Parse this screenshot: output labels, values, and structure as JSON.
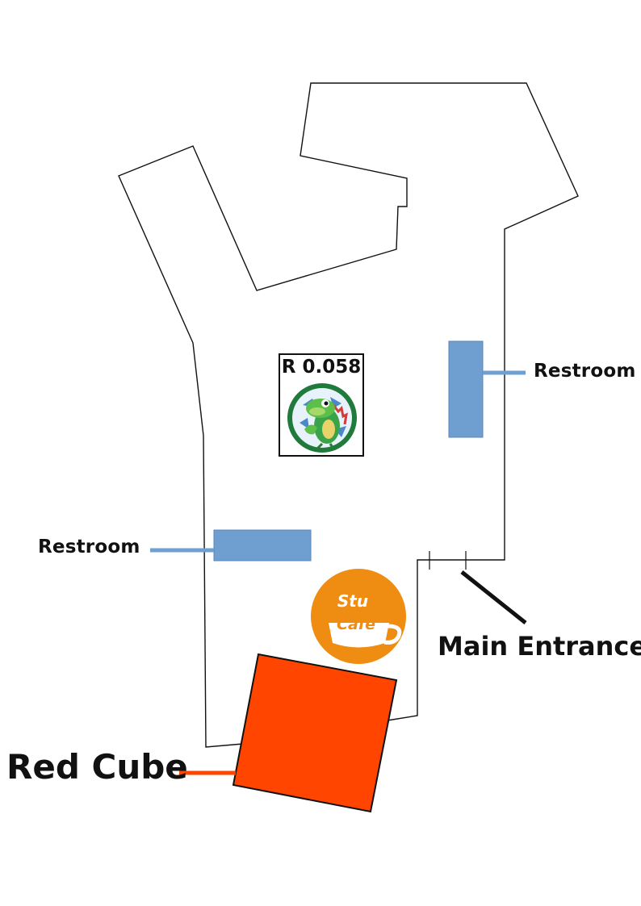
{
  "map": {
    "room_label": "R 0.058",
    "cafe_logo_text": {
      "line1": "Stu",
      "line2": "Café"
    },
    "markers": [
      {
        "id": "restroom-right",
        "label": "Restroom"
      },
      {
        "id": "restroom-left",
        "label": "Restroom"
      },
      {
        "id": "main-entrance",
        "label": "Main Entrance"
      },
      {
        "id": "red-cube",
        "label": "Red Cube"
      }
    ],
    "icons": [
      "iguana-mascot-icon",
      "stu-cafe-logo-icon"
    ],
    "colors": {
      "restroom": "#6f9fd0",
      "restroom_leader": "#6f9fd0",
      "red_cube": "#ff4500",
      "cafe": "#ef8c12",
      "outline": "#111111"
    }
  }
}
